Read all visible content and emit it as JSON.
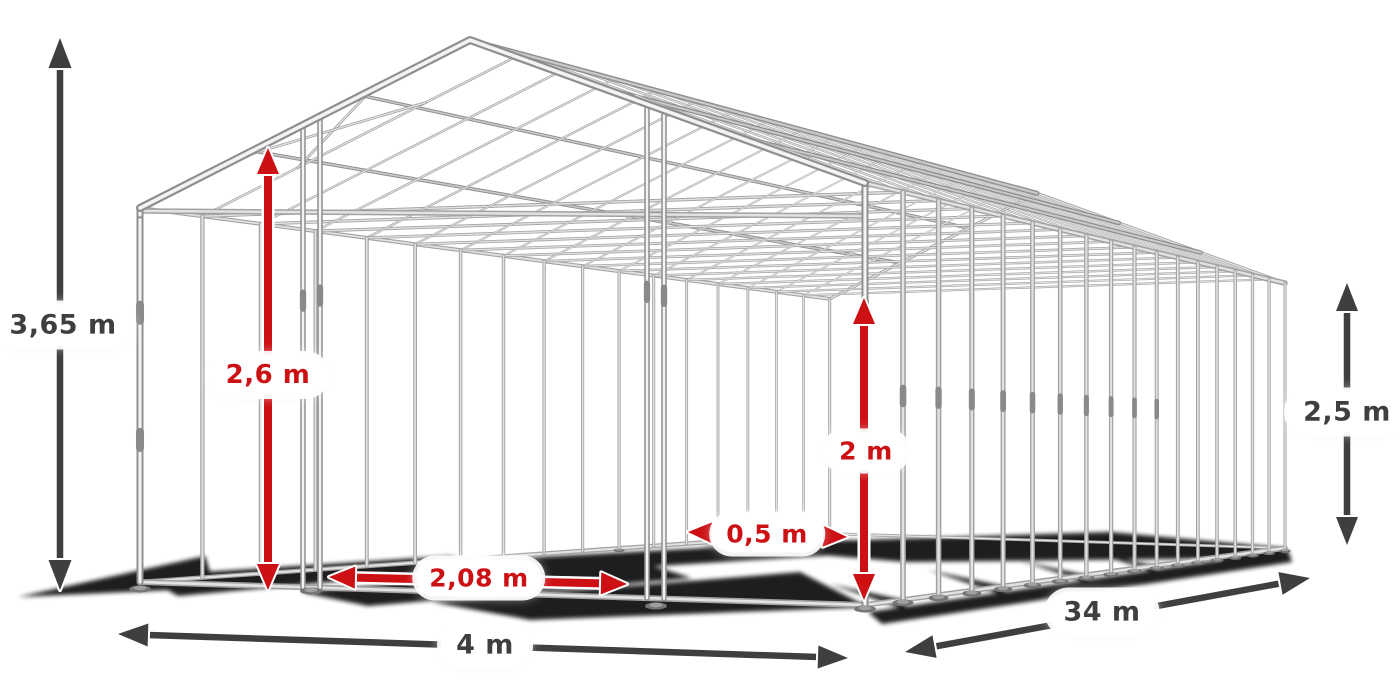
{
  "dimension_labels": {
    "total_height": "3,65 m",
    "entrance_height": "2,6 m",
    "entrance_width": "2,08 m",
    "post_gap": "0,5 m",
    "side_clearance": "2 m",
    "side_height": "2,5 m",
    "width": "4 m",
    "length": "34 m"
  },
  "colors": {
    "red_dimension": "#cc1014",
    "dark_dimension": "#3f3f3f",
    "label_background": "#ffffff",
    "steel_light": "#f2f2f2",
    "steel_mid": "#a2a2a2",
    "steel_roof": "#8e8e8e",
    "shadow": "#000000"
  }
}
